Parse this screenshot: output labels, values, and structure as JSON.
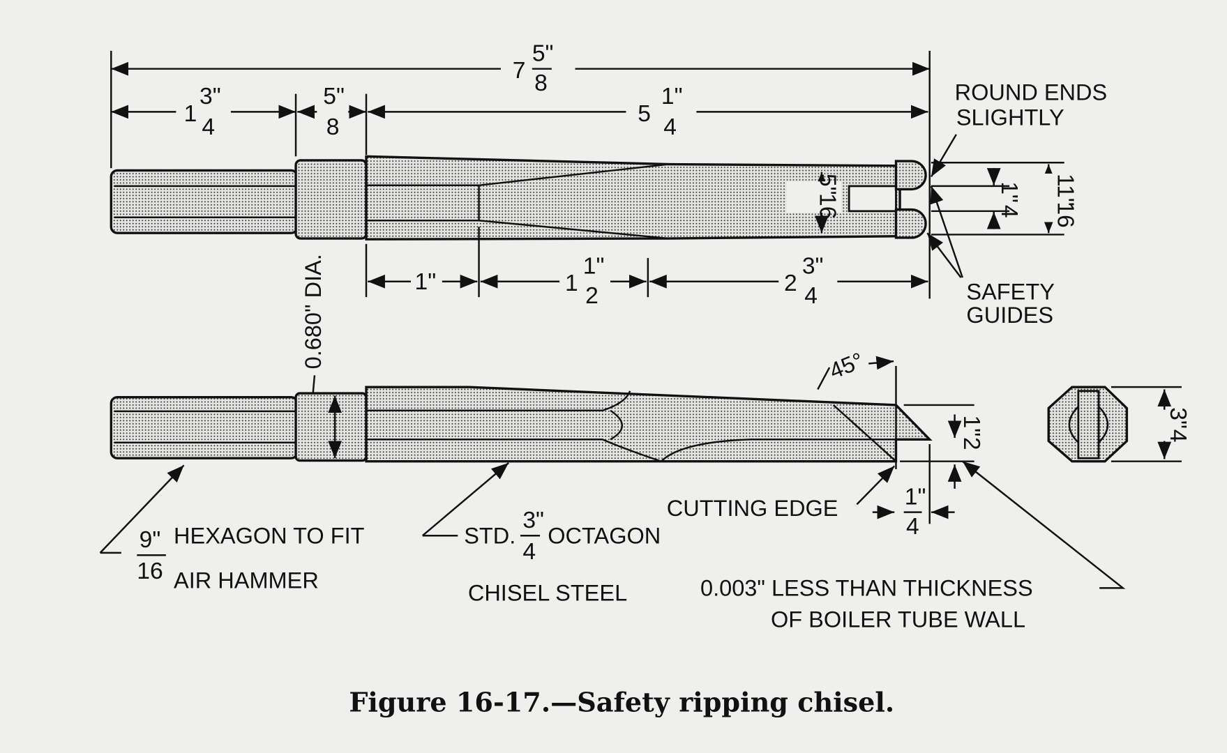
{
  "figure": {
    "caption": "Figure 16-17.—Safety ripping chisel.",
    "dimensions": {
      "overall": {
        "whole": "7",
        "num": "5\"",
        "den": "8"
      },
      "shank": {
        "whole": "1",
        "num": "3\"",
        "den": "4"
      },
      "collar": {
        "num": "5\"",
        "den": "8"
      },
      "body": {
        "whole": "5",
        "num": "1\"",
        "den": "4"
      },
      "seg1": {
        "text": "1\""
      },
      "seg2": {
        "whole": "1",
        "num": "1\"",
        "den": "2"
      },
      "seg3": {
        "whole": "2",
        "num": "3\"",
        "den": "4"
      },
      "slot_depth": {
        "num": "5\"",
        "den": "16"
      },
      "slot_width": {
        "num": "1\"",
        "den": "4"
      },
      "end_width": {
        "num": "11\"",
        "den": "16"
      },
      "diameter": "0.680\" DIA.",
      "angle": "45°",
      "edge_height": {
        "num": "1\"",
        "den": "2"
      },
      "edge_offset": {
        "num": "1\"",
        "den": "4"
      },
      "octagon": {
        "num": "3\"",
        "den": "4"
      }
    },
    "labels": {
      "round_ends_1": "ROUND ENDS",
      "round_ends_2": "SLIGHTLY",
      "safety_1": "SAFETY",
      "safety_2": "GUIDES",
      "cutting_edge": "CUTTING EDGE",
      "hex_num": "9\"",
      "hex_den": "16",
      "hex_1": "HEXAGON TO FIT",
      "hex_2": "AIR HAMMER",
      "std_1": "STD.",
      "std_num": "3\"",
      "std_den": "4",
      "std_2": "OCTAGON",
      "std_3": "CHISEL STEEL",
      "less_1": "0.003\" LESS THAN THICKNESS",
      "less_2": "OF BOILER TUBE WALL"
    }
  }
}
